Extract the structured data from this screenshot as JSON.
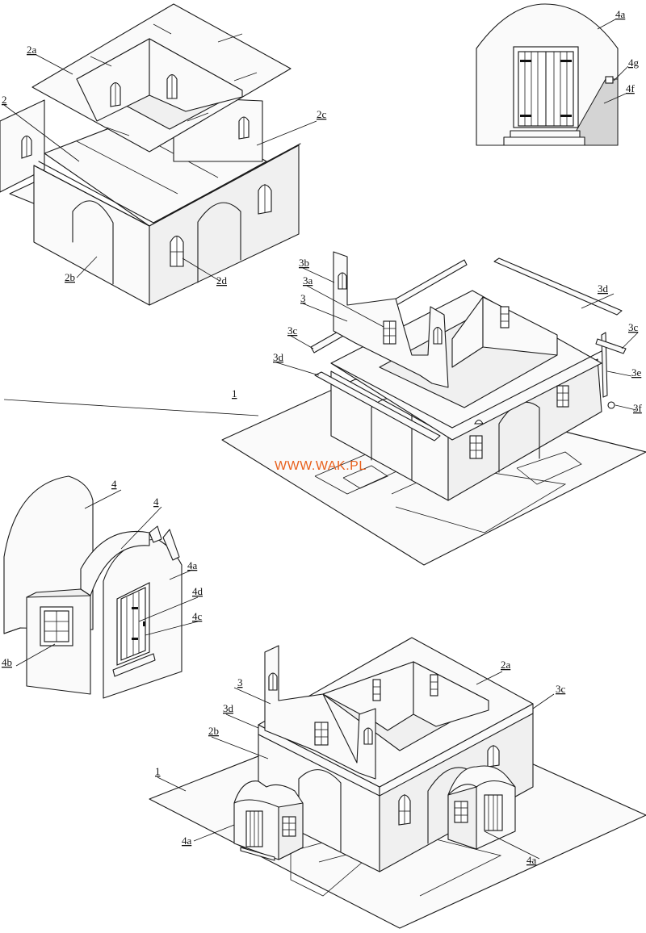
{
  "watermark": "WWW.WAK.PL",
  "labels": {
    "l_2a_top": "2a",
    "l_2": "2",
    "l_2c": "2c",
    "l_2b_top": "2b",
    "l_2d": "2d",
    "l_4a_top": "4a",
    "l_4g": "4g",
    "l_4f": "4f",
    "l_3b": "3b",
    "l_3a": "3a",
    "l_3_mid": "3",
    "l_3c_left": "3c",
    "l_3d_left": "3d",
    "l_1_mid": "1",
    "l_3d_right": "3d",
    "l_3c_right": "3c",
    "l_3e": "3e",
    "l_3f": "3f",
    "l_4_left": "4",
    "l_4_mid": "4",
    "l_4a_mid": "4a",
    "l_4d": "4d",
    "l_4c": "4c",
    "l_4b": "4b",
    "l_2a_bot": "2a",
    "l_3c_bot": "3c",
    "l_3_bot": "3",
    "l_3d_bot": "3d",
    "l_2b_bot": "2b",
    "l_1_bot": "1",
    "l_4a_bot_left": "4a",
    "l_4a_bot_right": "4a"
  }
}
